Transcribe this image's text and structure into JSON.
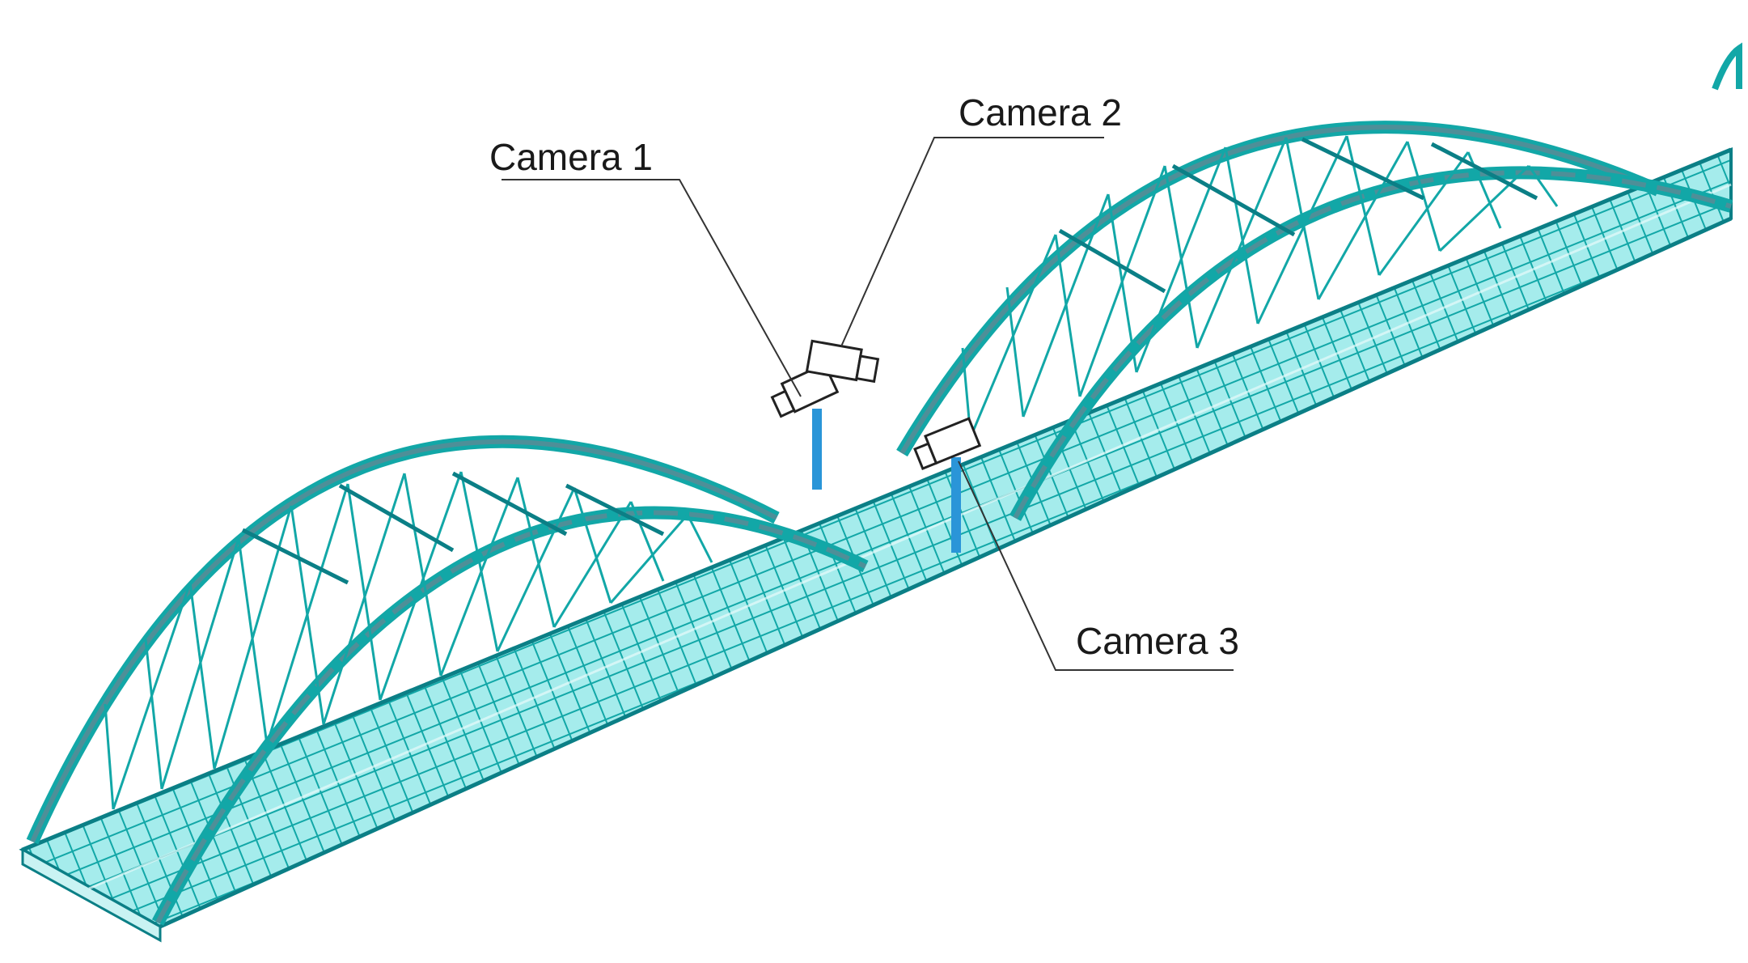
{
  "labels": {
    "camera_1": "Camera 1",
    "camera_2": "Camera 2",
    "camera_3": "Camera 3"
  },
  "colors": {
    "structure": "#12a7a7",
    "structure_dark": "#0b7f86",
    "rib": "#4e8f98",
    "deck_light": "#c9f3f3",
    "pole": "#2a95d8",
    "leader": "#333333"
  }
}
